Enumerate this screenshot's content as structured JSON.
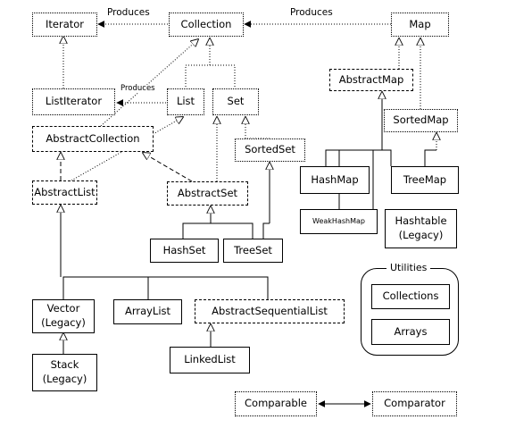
{
  "nodes": {
    "iterator": "Iterator",
    "collection": "Collection",
    "map": "Map",
    "list_iterator": "ListIterator",
    "list": "List",
    "set": "Set",
    "abstract_map": "AbstractMap",
    "abstract_collection": "AbstractCollection",
    "sorted_map": "SortedMap",
    "sorted_set": "SortedSet",
    "abstract_list": "AbstractList",
    "abstract_set": "AbstractSet",
    "hash_map": "HashMap",
    "tree_map": "TreeMap",
    "weak_hash_map": "WeakHashMap",
    "hashtable": "Hashtable",
    "hashtable_note": "(Legacy)",
    "hash_set": "HashSet",
    "tree_set": "TreeSet",
    "vector": "Vector",
    "vector_note": "(Legacy)",
    "array_list": "ArrayList",
    "abstract_sequential_list": "AbstractSequentialList",
    "stack": "Stack",
    "stack_note": "(Legacy)",
    "linked_list": "LinkedList",
    "collections": "Collections",
    "arrays": "Arrays",
    "comparable": "Comparable",
    "comparator": "Comparator"
  },
  "labels": {
    "produces_iterator": "Produces",
    "produces_map": "Produces",
    "produces_list_iterator": "Produces",
    "utilities": "Utilities"
  }
}
